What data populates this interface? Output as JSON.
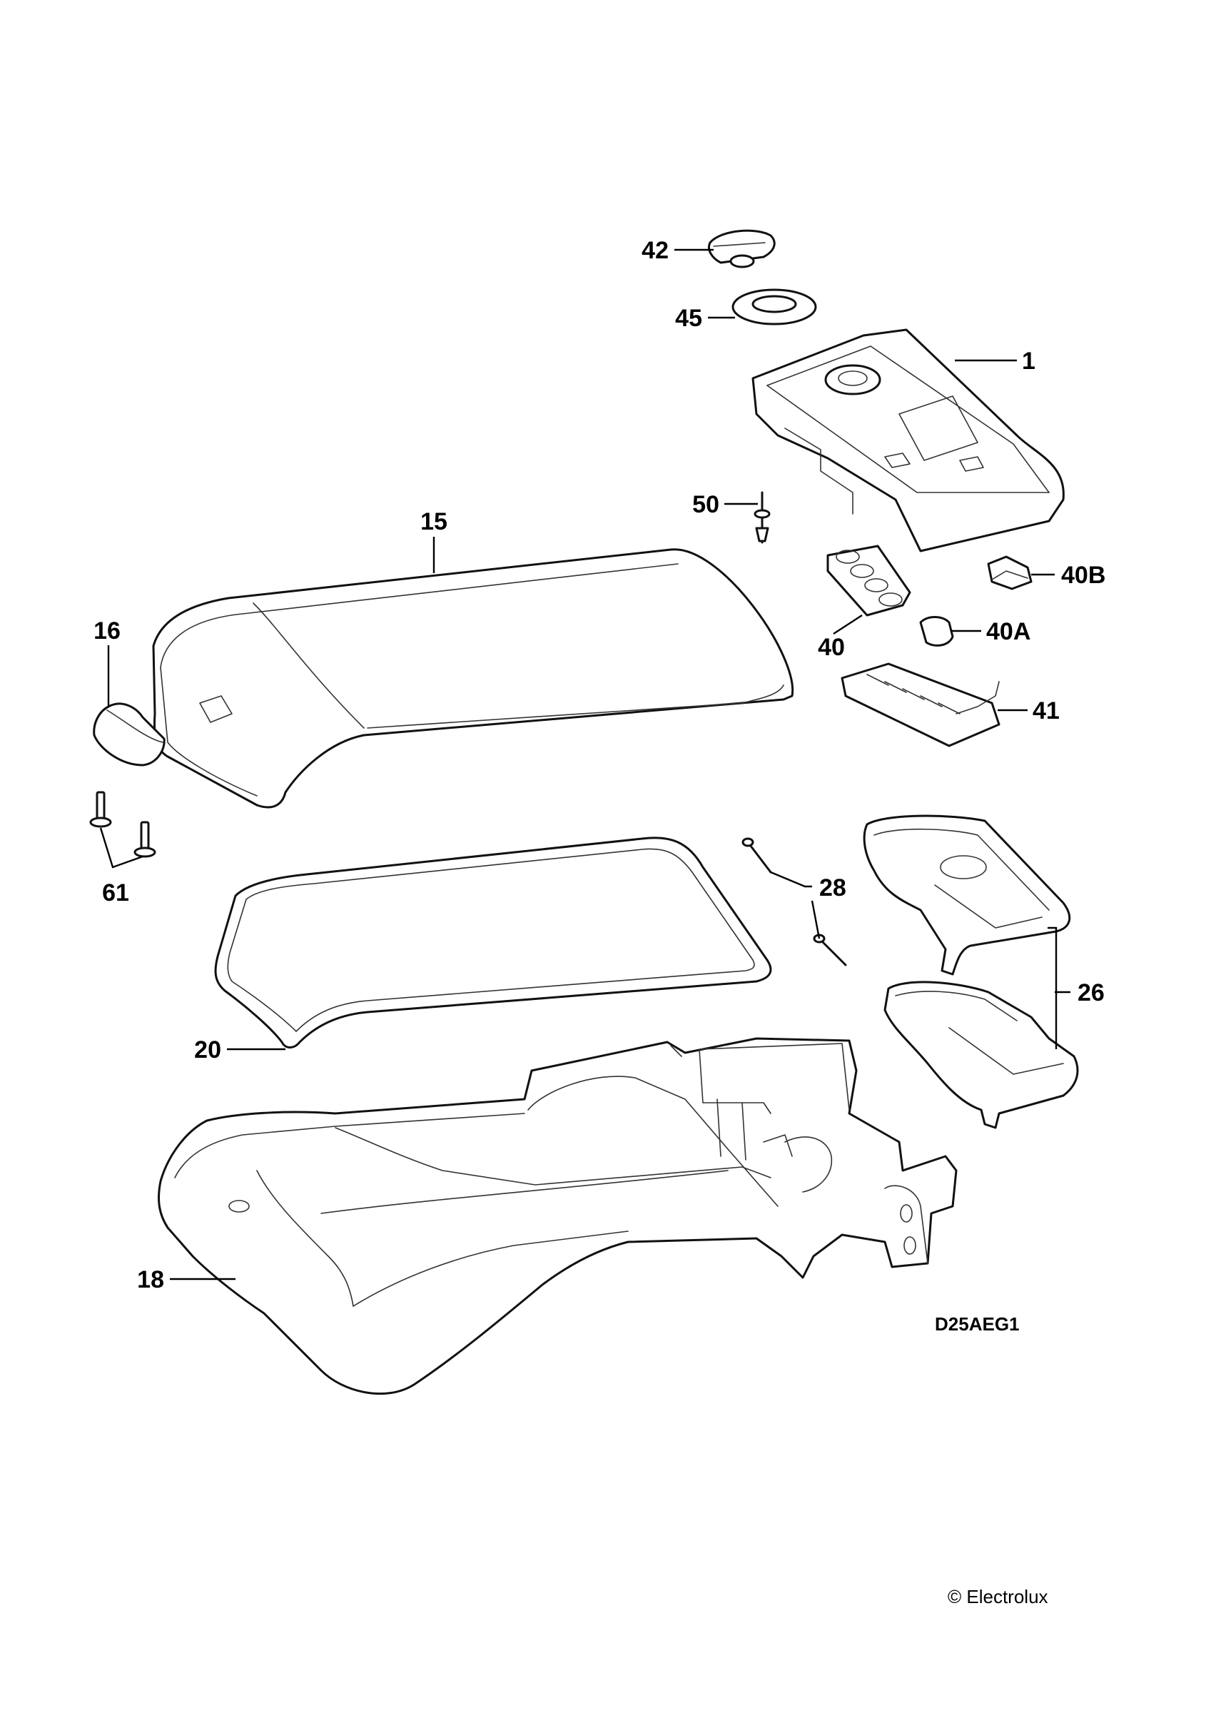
{
  "diagram": {
    "callouts": {
      "c42": "42",
      "c45": "45",
      "c1": "1",
      "c50": "50",
      "c15": "15",
      "c40B": "40B",
      "c40": "40",
      "c40A": "40A",
      "c16": "16",
      "c41": "41",
      "c61": "61",
      "c28": "28",
      "c26": "26",
      "c20": "20",
      "c18": "18"
    },
    "drawing_code": "D25AEG1",
    "copyright": "© Electrolux"
  }
}
